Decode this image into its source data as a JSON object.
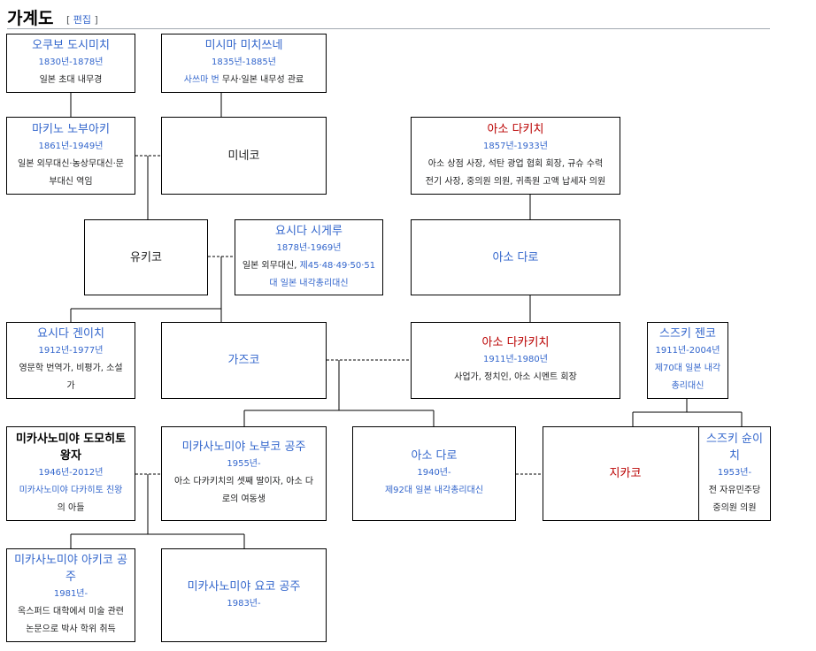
{
  "heading": {
    "title": "가계도",
    "edit_open": "[",
    "edit_label": "편집",
    "edit_close": "]"
  },
  "people": {
    "okubo": {
      "name": "오쿠보 도시미치",
      "years": "1830년-1878년",
      "desc": "일본 초대 내무경"
    },
    "mishima": {
      "name": "미시마 미치쓰네",
      "years": "1835년-1885년",
      "desc_link": "사쓰마 번",
      "desc": " 무사·일본 내무성 관료"
    },
    "makino": {
      "name": "마키노 노부아키",
      "years": "1861년-1949년",
      "desc1": "일본 외무대신·농상무대신·문",
      "desc2": "부대신 역임"
    },
    "mineko": {
      "name": "미네코"
    },
    "aso_takichi": {
      "name": "아소 다키치",
      "years": "1857년-1933년",
      "desc1": "아소 상점 사장, 석탄 광업 협회 회장, 규슈 수력",
      "desc2": "전기 사장, 중의원 의원, 귀족원 고액 납세자 의원"
    },
    "yukiko": {
      "name": "유키코"
    },
    "yoshida_shigeru": {
      "name": "요시다 시게루",
      "years": "1878년-1969년",
      "desc1_a": "일본 외무대신, ",
      "desc1_link": "제45·48·49·50·51",
      "desc2_link": "대 일본 내각총리대신"
    },
    "aso_taro_sr": {
      "name": "아소 다로"
    },
    "yoshida_kenichi": {
      "name": "요시다 겐이치",
      "years": "1912년-1977년",
      "desc1": "영문학 번역가, 비평가, 소설",
      "desc2": "가"
    },
    "kazuko": {
      "name": "가즈코"
    },
    "aso_takakichi": {
      "name": "아소 다카키치",
      "years": "1911년-1980년",
      "desc": "사업가, 정치인, 아소 시멘트 회장"
    },
    "suzuki_zenko": {
      "name": "스즈키 젠코",
      "years": "1911년-2004년",
      "desc1": "제70대 일본 내각",
      "desc2": "총리대신"
    },
    "tomohito": {
      "name1": "미카사노미야 도모히토",
      "name2": "왕자",
      "years": "1946년-2012년",
      "desc_link": "미카사노미야 다카히토 친왕",
      "desc": "의 아들"
    },
    "nobuko": {
      "name": "미카사노미야 노부코 공주",
      "years": "1955년-",
      "desc1": "아소 다카키치의 셋째 딸이자, 아소 다",
      "desc2": "로의 여동생"
    },
    "aso_taro": {
      "name": "아소 다로",
      "years": "1940년-",
      "desc": "제92대 일본 내각총리대신"
    },
    "chikako": {
      "name": "지카코"
    },
    "suzuki_shunichi": {
      "name1": "스즈키 슌이",
      "name2": "치",
      "years": "1953년-",
      "desc1": "전 자유민주당",
      "desc2": "중의원 의원"
    },
    "akiko": {
      "name1": "미카사노미야 아키코 공",
      "name2": "주",
      "years": "1981년-",
      "desc1": "옥스퍼드 대학에서 미술 관련",
      "desc2": "논문으로 박사 학위 취득"
    },
    "yoko": {
      "name": "미카사노미야 요코 공주",
      "years": "1983년-"
    }
  },
  "colors": {
    "link": "#3366cc",
    "redlink": "#ba0000",
    "border": "#000000",
    "rule": "#a2a9b1"
  }
}
